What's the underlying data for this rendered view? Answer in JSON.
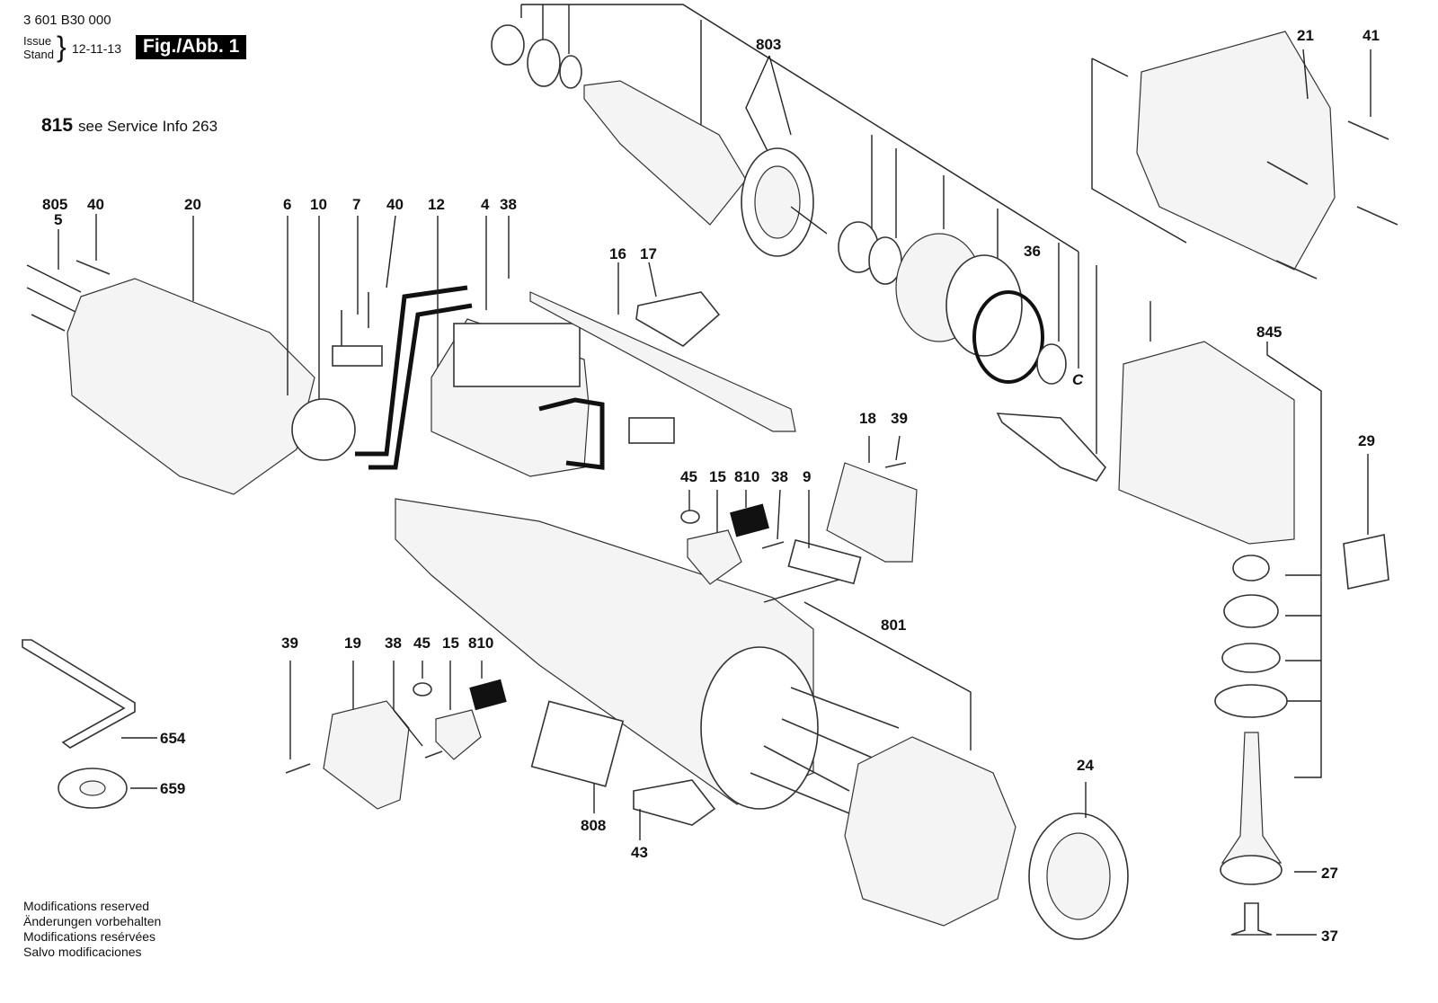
{
  "header": {
    "part_number": "3 601 B30 000",
    "issue_label_1": "Issue",
    "issue_label_2": "Stand",
    "issue_date": "12-11-13",
    "figure_badge": "Fig./Abb. 1"
  },
  "service_note": {
    "part": "815",
    "text": "see Service Info 263"
  },
  "footer": {
    "lines": [
      "Modifications reserved",
      "Änderungen vorbehalten",
      "Modifications resérvées",
      "Salvo modificaciones"
    ]
  },
  "callouts": {
    "c803": "803",
    "c21": "21",
    "c41": "41",
    "c805": "805",
    "c5": "5",
    "c40a": "40",
    "c20": "20",
    "c6": "6",
    "c10": "10",
    "c7": "7",
    "c40b": "40",
    "c12": "12",
    "c4": "4",
    "c38a": "38",
    "c16": "16",
    "c17": "17",
    "c36": "36",
    "c845": "845",
    "c18": "18",
    "c39a": "39",
    "c29": "29",
    "c45a": "45",
    "c15a": "15",
    "c810a": "810",
    "c38b": "38",
    "c9": "9",
    "c801": "801",
    "c39b": "39",
    "c19": "19",
    "c38c": "38",
    "c45b": "45",
    "c15b": "15",
    "c810b": "810",
    "c654": "654",
    "c659": "659",
    "c24": "24",
    "c808": "808",
    "c43": "43",
    "c27": "27",
    "c37": "37"
  },
  "retaining_clip_letter": "C"
}
